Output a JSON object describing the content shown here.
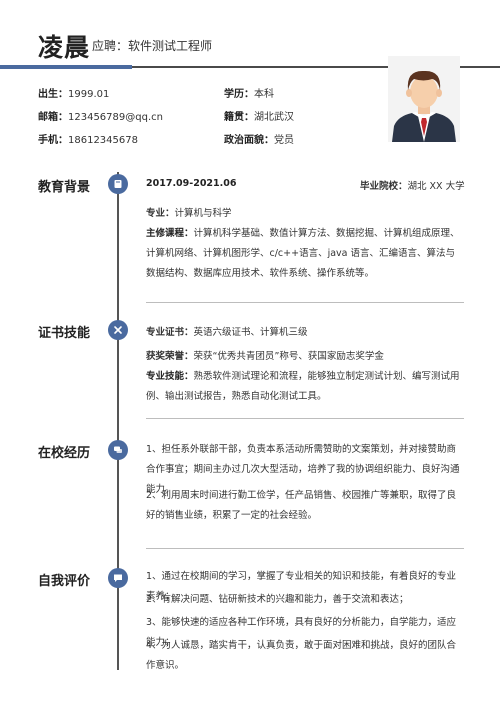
{
  "header": {
    "name": "凌晨",
    "apply": "应聘：软件测试工程师"
  },
  "info": {
    "birth_label": "出生：",
    "birth_value": "1999.01",
    "edu_label": "学历：",
    "edu_value": "本科",
    "email_label": "邮箱：",
    "email_value": "123456789@qq.cn",
    "origin_label": "籍贯：",
    "origin_value": "湖北武汉",
    "phone_label": "手机：",
    "phone_value": "18612345678",
    "politics_label": "政治面貌：",
    "politics_value": "党员"
  },
  "education": {
    "title": "教育背景",
    "period": "2017.09-2021.06",
    "school_label": "毕业院校：",
    "school_value": "湖北 XX 大学",
    "major_label": "专业：",
    "major_value": "计算机与科学",
    "courses_label": "主修课程：",
    "courses_value": "计算机科学基础、数值计算方法、数据挖掘、计算机组成原理、计算机网络、计算机图形学、c/c++语言、java 语言、汇编语言、算法与数据结构、数据库应用技术、软件系统、操作系统等。"
  },
  "certs": {
    "title": "证书技能",
    "cert_label": "专业证书：",
    "cert_value": "英语六级证书、计算机三级",
    "honor_label": "获奖荣誉：",
    "honor_value": "荣获“优秀共青团员”称号、获国家励志奖学金",
    "skill_label": "专业技能：",
    "skill_value": "熟悉软件测试理论和流程，能够独立制定测试计划、编写测试用例、输出测试报告，熟悉自动化测试工具。"
  },
  "campus": {
    "title": "在校经历",
    "items": [
      "1、担任系外联部干部，负责本系活动所需赞助的文案策划，并对接赞助商合作事宜；期间主办过几次大型活动，培养了我的协调组织能力、良好沟通能力。",
      "2、利用周末时间进行勤工俭学，任产品销售、校园推广等兼职，取得了良好的销售业绩，积累了一定的社会经验。"
    ]
  },
  "self": {
    "title": "自我评价",
    "items": [
      "1、通过在校期间的学习，掌握了专业相关的知识和技能，有着良好的专业素养；",
      "2、有解决问题、钻研新技术的兴趣和能力，善于交流和表达；",
      "3、能够快速的适应各种工作环境，具有良好的分析能力，自学能力，适应能力；",
      "4、为人诚恳，踏实肯干，认真负责，敢于面对困难和挑战，良好的团队合作意识。"
    ]
  },
  "icons": {
    "education": "book-icon",
    "certs": "tools-icon",
    "campus": "chat-bubbles-icon",
    "self": "message-icon",
    "photo": "avatar-photo"
  },
  "colors": {
    "accent": "#4a6a9f",
    "line": "#555555",
    "divider": "#bdbdbd"
  }
}
